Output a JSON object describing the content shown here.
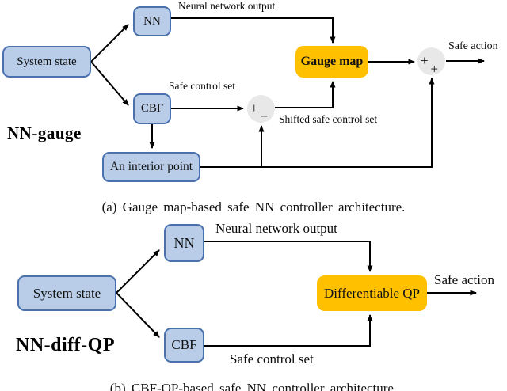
{
  "colors": {
    "node_fill": "#b9cde9",
    "node_border": "#4a71ad",
    "accent_fill": "#ffc000",
    "sum_fill": "#e8e8e8",
    "line": "#000000"
  },
  "panel_a": {
    "tag": "NN-gauge",
    "caption": "(a) Gauge map-based safe NN controller architecture.",
    "nodes": {
      "system_state": "System state",
      "nn": "NN",
      "cbf": "CBF",
      "interior_point": "An interior point",
      "gauge_map": "Gauge map"
    },
    "labels": {
      "nn_output": "Neural network output",
      "safe_control_set": "Safe control set",
      "shifted_safe_control_set": "Shifted safe control set",
      "safe_action": "Safe action"
    },
    "sum_junction_1": {
      "left_sign": "+",
      "bottom_sign": "−"
    },
    "sum_junction_2": {
      "left_sign": "+",
      "bottom_sign": "+"
    }
  },
  "panel_b": {
    "tag": "NN-diff-QP",
    "caption": "(b) CBF-QP-based safe NN controller architecture.",
    "nodes": {
      "system_state": "System state",
      "nn": "NN",
      "cbf": "CBF",
      "differentiable_qp": "Differentiable QP"
    },
    "labels": {
      "nn_output": "Neural network output",
      "safe_control_set": "Safe control set",
      "safe_action": "Safe action"
    }
  }
}
